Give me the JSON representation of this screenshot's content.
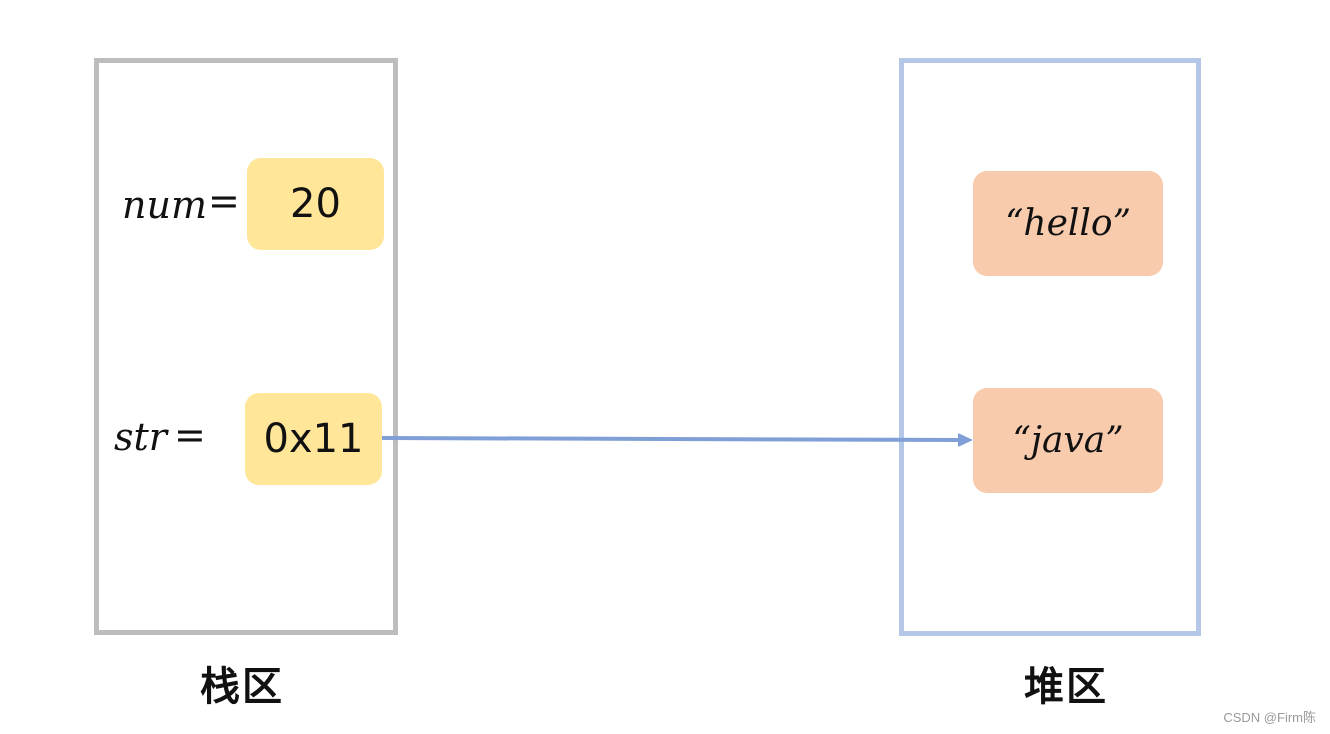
{
  "stack": {
    "caption": "栈区",
    "variables": [
      {
        "name": "num",
        "equals": "=",
        "value": "20"
      },
      {
        "name": "str",
        "equals": "=",
        "value": "0x11"
      }
    ]
  },
  "heap": {
    "caption": "堆区",
    "objects": [
      {
        "value": "“hello”"
      },
      {
        "value": "“java”"
      }
    ]
  },
  "watermark": "CSDN @Firm陈",
  "colors": {
    "stack_border": "#bdbdbd",
    "heap_border": "#b4c7e7",
    "stack_value_fill": "#ffe699",
    "heap_object_fill": "#f8cbad",
    "arrow": "#7f9fd6"
  }
}
